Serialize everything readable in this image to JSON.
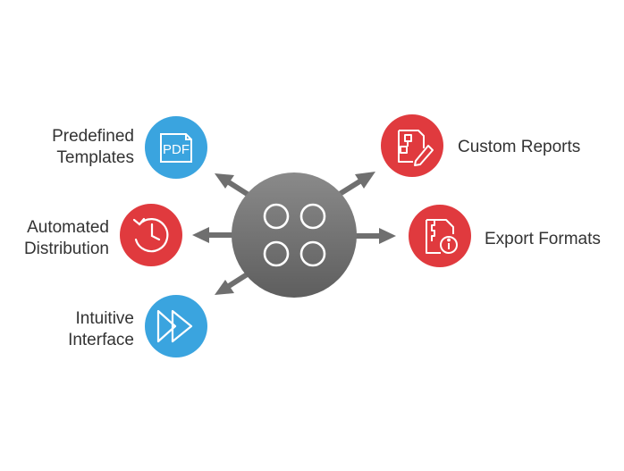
{
  "colors": {
    "hub": "#8a8a8a",
    "hub_dark": "#5e5e5e",
    "arrow": "#6f6f6f",
    "blue": "#3aa4df",
    "red": "#e03a3e",
    "icon_stroke": "#ffffff"
  },
  "features": [
    {
      "id": "predefined-templates",
      "lines": [
        "Predefined",
        "Templates"
      ],
      "icon": "pdf-document-icon",
      "color": "blue"
    },
    {
      "id": "automated-distribution",
      "lines": [
        "Automated",
        "Distribution"
      ],
      "icon": "history-clock-icon",
      "color": "red"
    },
    {
      "id": "intuitive-interface",
      "lines": [
        "Intuitive",
        "Interface"
      ],
      "icon": "fast-forward-icon",
      "color": "blue"
    },
    {
      "id": "custom-reports",
      "lines": [
        "Custom Reports"
      ],
      "icon": "report-edit-icon",
      "color": "red"
    },
    {
      "id": "export-formats",
      "lines": [
        "Export Formats"
      ],
      "icon": "zip-file-info-icon",
      "color": "red"
    }
  ],
  "hub": {
    "icon": "four-circles-icon"
  },
  "pdf_icon_text": "PDF"
}
